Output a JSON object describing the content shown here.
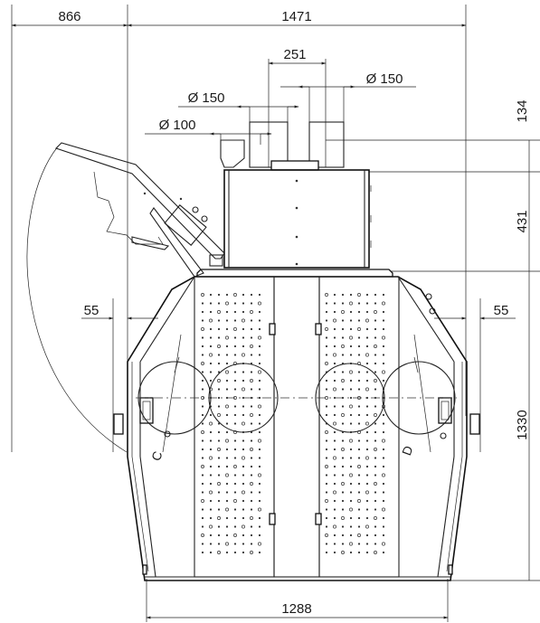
{
  "dimensions": {
    "left_offset": "866",
    "top_width": "1471",
    "outlet_spacing": "251",
    "outlet_right_diameter": "Ø 150",
    "outlet_left_diameter": "Ø 150",
    "small_outlet_diameter": "Ø 100",
    "outlet_height": "134",
    "housing_height": "431",
    "body_height": "1330",
    "side_offset_left": "55",
    "side_offset_right": "55",
    "base_width": "1288"
  },
  "section_labels": {
    "left": "C",
    "right": "D"
  }
}
